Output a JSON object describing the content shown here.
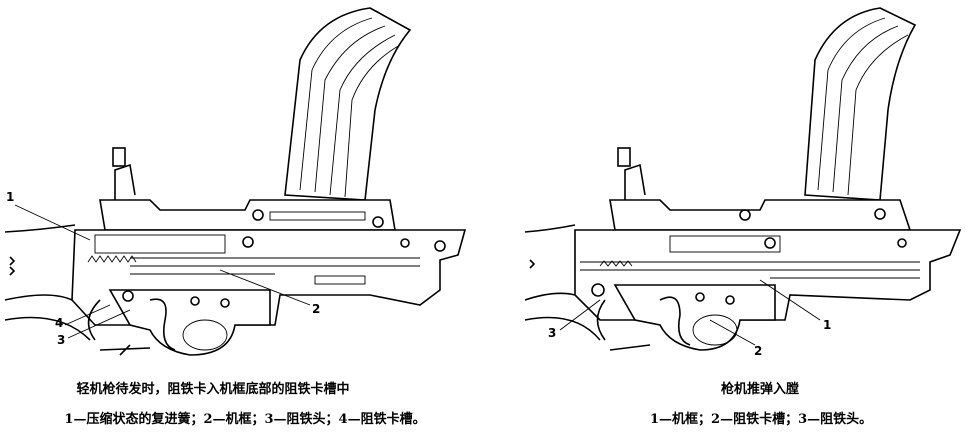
{
  "figures": [
    {
      "title": "轻机枪待发时，阻铁卡入机框底部的阻铁卡槽中",
      "legend": "1—压缩状态的复进簧；2—机框；3—阻铁头；4—阻铁卡槽。",
      "callouts": [
        "1",
        "2",
        "3",
        "4"
      ]
    },
    {
      "title": "枪机推弹入膛",
      "legend": "1—机框；2—阻铁卡槽；3—阻铁头。",
      "callouts": [
        "1",
        "2",
        "3"
      ]
    }
  ]
}
